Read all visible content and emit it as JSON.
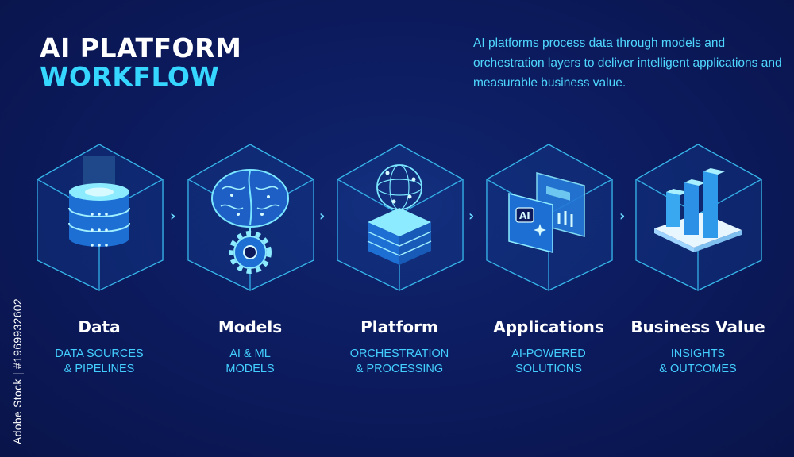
{
  "header": {
    "title_line1": "AI PLATFORM",
    "title_line2": "WORKFLOW",
    "description": "AI platforms process data through models and orchestration layers to deliver intelligent applications and measurable business value."
  },
  "stages": [
    {
      "title": "Data",
      "subtitle_line1": "DATA SOURCES",
      "subtitle_line2": "& PIPELINES",
      "icon": "database-icon"
    },
    {
      "title": "Models",
      "subtitle_line1": "AI & ML",
      "subtitle_line2": "MODELS",
      "icon": "brain-gear-icon"
    },
    {
      "title": "Platform",
      "subtitle_line1": "ORCHESTRATION",
      "subtitle_line2": "& PROCESSING",
      "icon": "server-globe-icon"
    },
    {
      "title": "Applications",
      "subtitle_line1": "AI-POWERED",
      "subtitle_line2": "SOLUTIONS",
      "icon": "ai-app-screens-icon"
    },
    {
      "title": "Business Value",
      "subtitle_line1": "INSIGHTS",
      "subtitle_line2": "& OUTCOMES",
      "icon": "bar-chart-icon"
    }
  ],
  "arrow_glyph": "›",
  "ai_badge_text": "AI",
  "side_credit": "Adobe Stock | #1969932602",
  "colors": {
    "background": "#0c1a5c",
    "accent": "#35d6ff",
    "title": "#ffffff",
    "cube_edge": "#3fd2ff"
  }
}
